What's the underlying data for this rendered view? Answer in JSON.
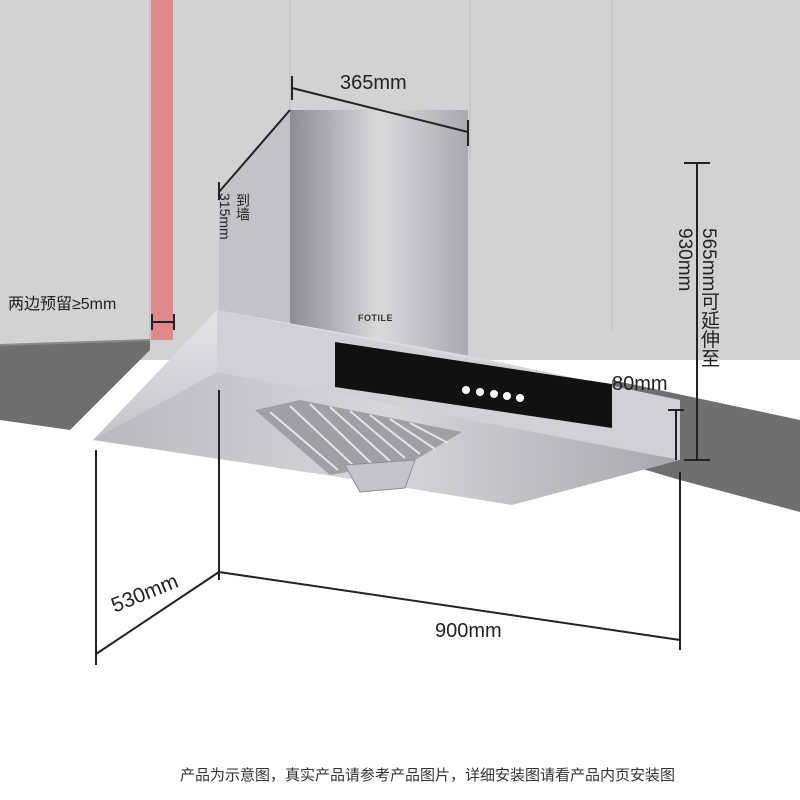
{
  "dimensions": {
    "chimney_width": "365mm",
    "to_wall_line1": "到墙",
    "to_wall_line2": "315mm",
    "side_gap": "两边预留≥5mm",
    "height_line1": "565mm可延伸至",
    "height_line2": "930mm",
    "hood_thickness": "80mm",
    "width": "900mm",
    "depth": "530mm"
  },
  "brand": "FOTILE",
  "footnote": "产品为示意图，真实产品请参考产品图片，详细安装图请看产品内页安装图",
  "colors": {
    "wall": "#d3d1d3",
    "cabinet": "#6f6e70",
    "red_strip": "#e0898d",
    "hood_steel": "#c9cacd",
    "glass_panel": "#111111",
    "dim_line": "#222222"
  },
  "control_icons": [
    "power-icon",
    "light-icon",
    "fan-low-icon",
    "fan-high-icon",
    "timer-icon"
  ]
}
